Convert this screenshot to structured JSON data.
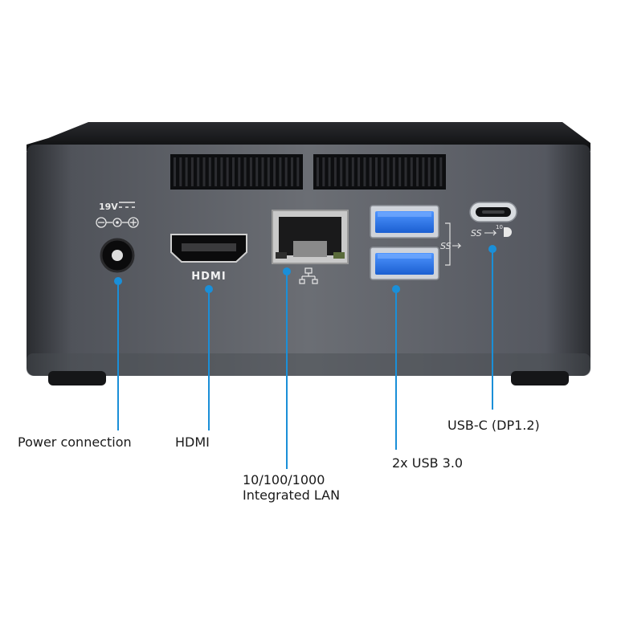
{
  "device_markings": {
    "power_rating": "19V",
    "hdmi_logo": "HDMI",
    "usb_ss_mark": "SS",
    "usbc_ss_mark": "SS",
    "usbc_speed": "10"
  },
  "callouts": [
    {
      "id": "power",
      "label_lines": [
        "Power connection"
      ]
    },
    {
      "id": "hdmi",
      "label_lines": [
        "HDMI"
      ]
    },
    {
      "id": "lan",
      "label_lines": [
        "10/100/1000",
        "Integrated LAN"
      ]
    },
    {
      "id": "usb3",
      "label_lines": [
        "2x USB 3.0"
      ]
    },
    {
      "id": "usbc",
      "label_lines": [
        "USB-C (DP1.2)"
      ]
    }
  ],
  "colors": {
    "leader": "#1a8fd8",
    "usb_blue": "#1f6fe0",
    "body_dark": "#3e4148",
    "body_light": "#6a6d72",
    "top_black": "#101113"
  }
}
